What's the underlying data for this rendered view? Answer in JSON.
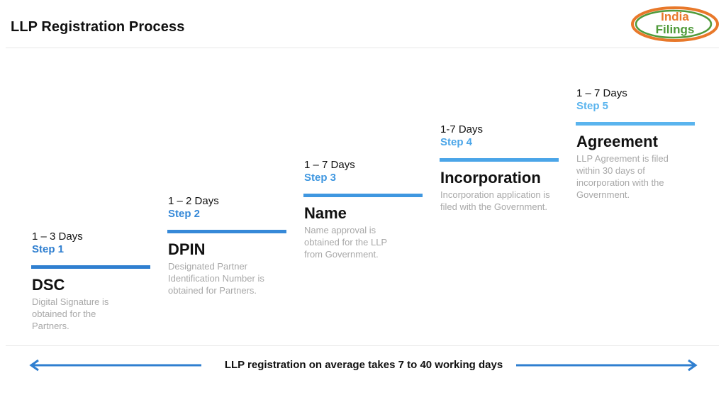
{
  "header": {
    "title": "LLP Registration Process",
    "logo": {
      "line1": "India",
      "line2": "Filings",
      "colors": {
        "orange": "#e8782a",
        "green": "#4f9a3a"
      }
    }
  },
  "steps": [
    {
      "days": "1 – 3 Days",
      "label": "Step 1",
      "name": "DSC",
      "description": "Digital Signature is obtained for the Partners.",
      "color": "#2f7fd0"
    },
    {
      "days": "1 – 2 Days",
      "label": "Step 2",
      "name": "DPIN",
      "description": "Designated Partner Identification Number is obtained for Partners.",
      "color": "#3689d8"
    },
    {
      "days": "1 – 7 Days",
      "label": "Step 3",
      "name": "Name",
      "description": "Name approval is obtained for the LLP from Government.",
      "color": "#3f97e0"
    },
    {
      "days": "1-7 Days",
      "label": "Step 4",
      "name": "Incorporation",
      "description": "Incorporation application is filed with the Government.",
      "color": "#4aa5e8"
    },
    {
      "days": "1 – 7 Days",
      "label": "Step 5",
      "name": "Agreement",
      "description": "LLP Agreement is filed within 30 days of incorporation with the Government.",
      "color": "#5ab4ee"
    }
  ],
  "timeline": {
    "caption": "LLP registration on average takes 7 to 40 working days",
    "arrow_color": "#2f7fd0"
  }
}
